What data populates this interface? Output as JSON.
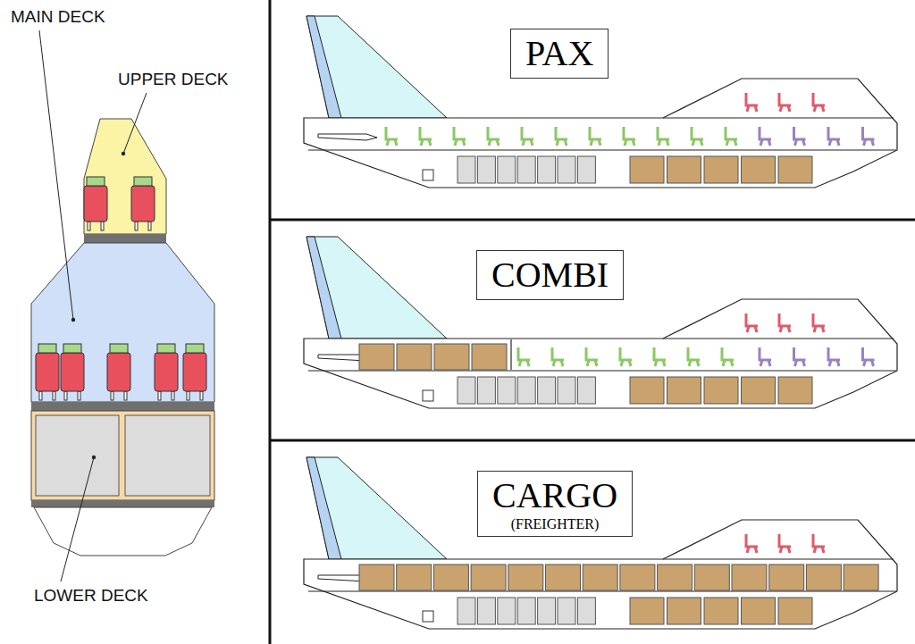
{
  "diagram": {
    "nodes": [
      {
        "text": [
          "PAX"
        ]
      },
      {
        "text": [
          "COMBI"
        ]
      },
      {
        "text": [
          "CARGO",
          "(FREIGHTER)"
        ]
      }
    ],
    "labels": [
      "MAIN DECK",
      "UPPER DECK",
      "LOWER DECK"
    ]
  }
}
